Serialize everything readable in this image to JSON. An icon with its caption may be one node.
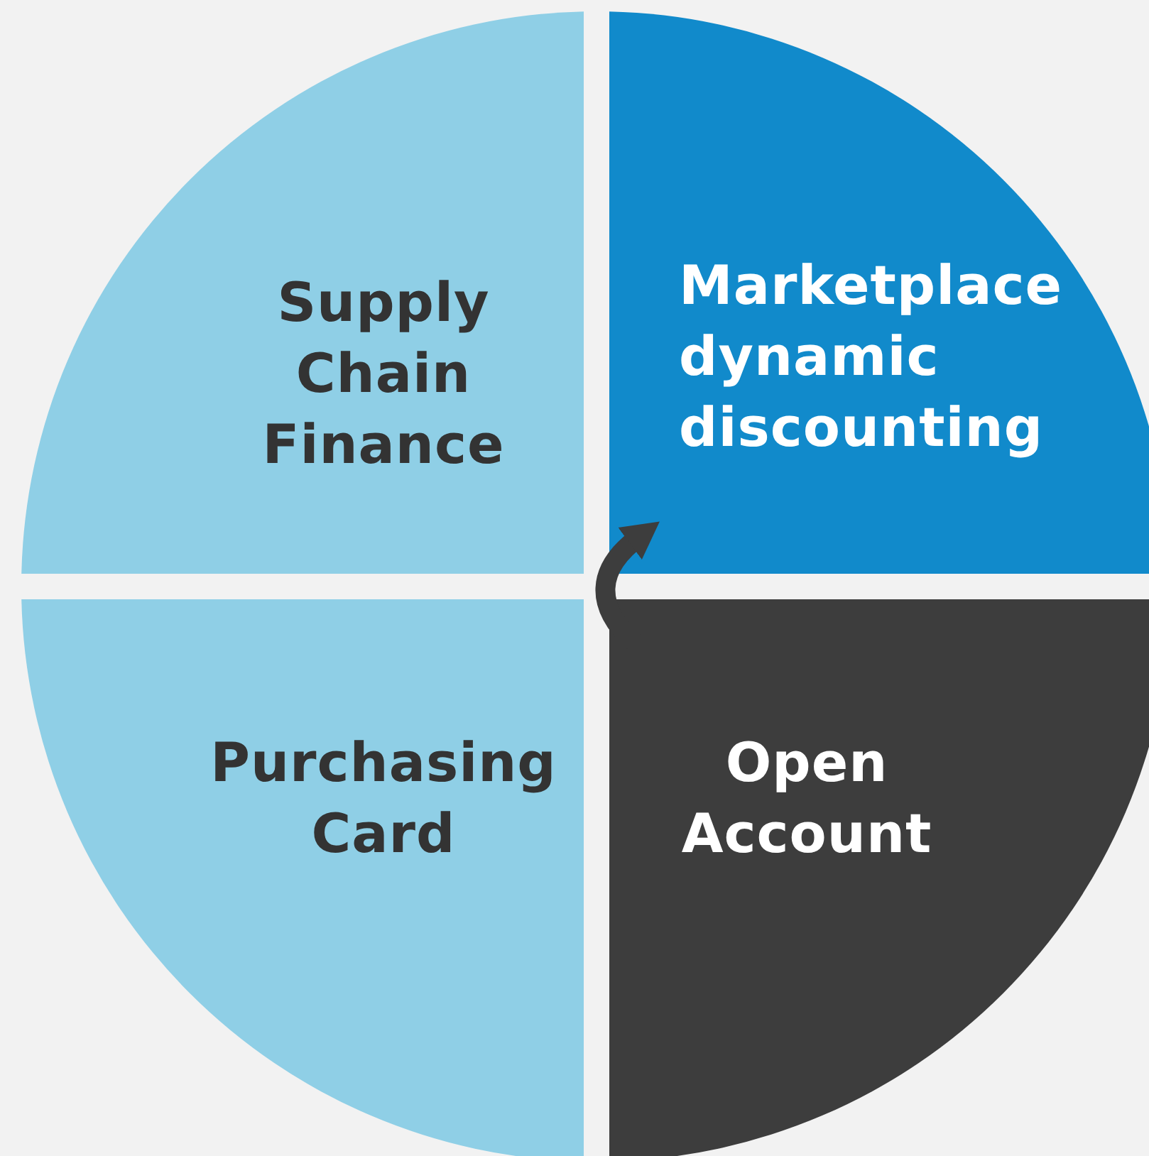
{
  "diagram": {
    "nodes": [
      {
        "text": [
          "Supply Chain Finance"
        ]
      },
      {
        "text": [
          "Marketplace dynamic discounting"
        ]
      },
      {
        "text": [
          "Purchasing Card"
        ]
      },
      {
        "text": [
          "Open Account"
        ]
      }
    ],
    "edges": [
      {
        "from": 3,
        "to": 1,
        "arrow": "to"
      }
    ]
  }
}
